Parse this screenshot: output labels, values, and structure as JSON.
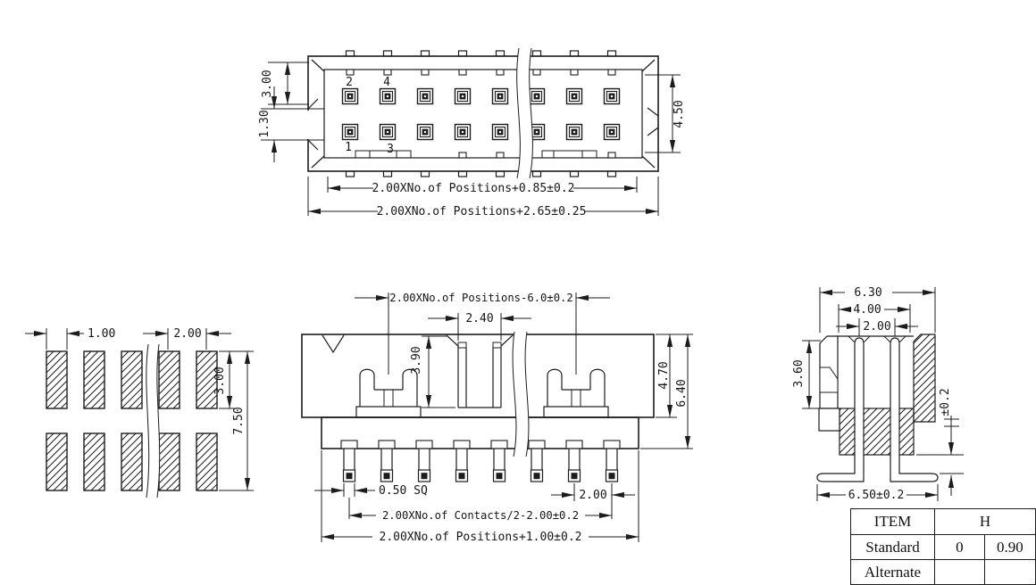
{
  "ink": "#1c1c1c",
  "paper": "#ffffff",
  "plan": {
    "pin_top_left": "2",
    "pin_top_right": "4",
    "pin_bottom_left": "1",
    "pin_bottom_right": "3",
    "dim_wall_height": "3.00",
    "dim_key_slot": "1.30",
    "dim_cavity_height": "4.50",
    "dim_inner_width": "2.00XNo.of Positions+0.85±0.2",
    "dim_outer_width": "2.00XNo.of Positions+2.65±0.25"
  },
  "land": {
    "dim_pad_width": "1.00",
    "dim_pad_pitch": "2.00",
    "dim_pad_length": "3.00",
    "dim_row_span": "7.50"
  },
  "front": {
    "dim_window_span": "2.00XNo.of Positions-6.0±0.2",
    "dim_key_width": "2.40",
    "dim_key_depth": "3.90",
    "dim_body_height": "4.70",
    "dim_overall_height": "6.40",
    "dim_pin_square": "0.50 SQ",
    "dim_pin_pitch": "2.00",
    "dim_contact_span": "2.00XNo.of Contacts/2-2.00±0.2",
    "dim_overall_width": "2.00XNo.of Positions+1.00±0.2"
  },
  "side": {
    "dim_top_width": "6.30",
    "dim_shoulder_width": "4.00",
    "dim_row_pitch": "2.00",
    "dim_slot_depth": "3.60",
    "dim_standoff_tol": "±0.2",
    "dim_foot_span": "6.50±0.2"
  },
  "spec_table": {
    "header_item": "ITEM",
    "header_h": "H",
    "rows": [
      {
        "item": "Standard",
        "h_min": "0",
        "h_max": "0.90"
      },
      {
        "item": "Alternate",
        "h_min": "",
        "h_max": ""
      }
    ]
  }
}
